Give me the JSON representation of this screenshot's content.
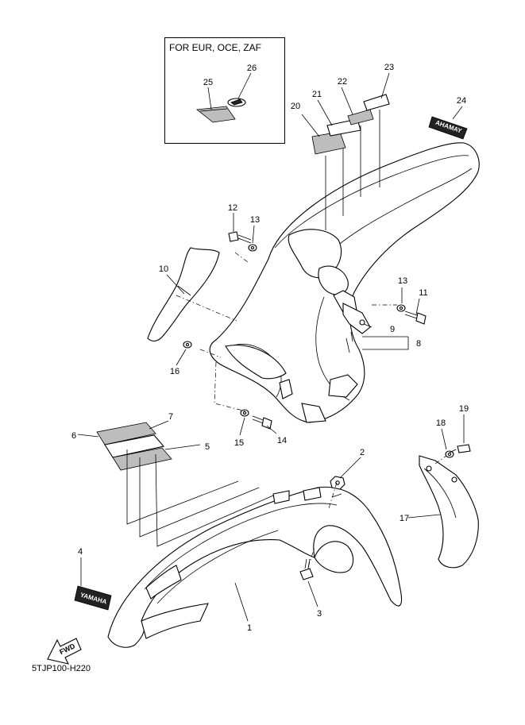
{
  "inset": {
    "title": "FOR EUR, OCE, ZAF"
  },
  "diagram_code": "5TJP100-H220",
  "brand_text": "YAMAHA",
  "fwd_text": "FWD",
  "callouts": {
    "1": "1",
    "2": "2",
    "3": "3",
    "4": "4",
    "5": "5",
    "6": "6",
    "7": "7",
    "8": "8",
    "9": "9",
    "10": "10",
    "11": "11",
    "12": "12",
    "13a": "13",
    "13b": "13",
    "14": "14",
    "15": "15",
    "16": "16",
    "17": "17",
    "18": "18",
    "19": "19",
    "20": "20",
    "21": "21",
    "22": "22",
    "23": "23",
    "24": "24",
    "25": "25",
    "26": "26"
  }
}
